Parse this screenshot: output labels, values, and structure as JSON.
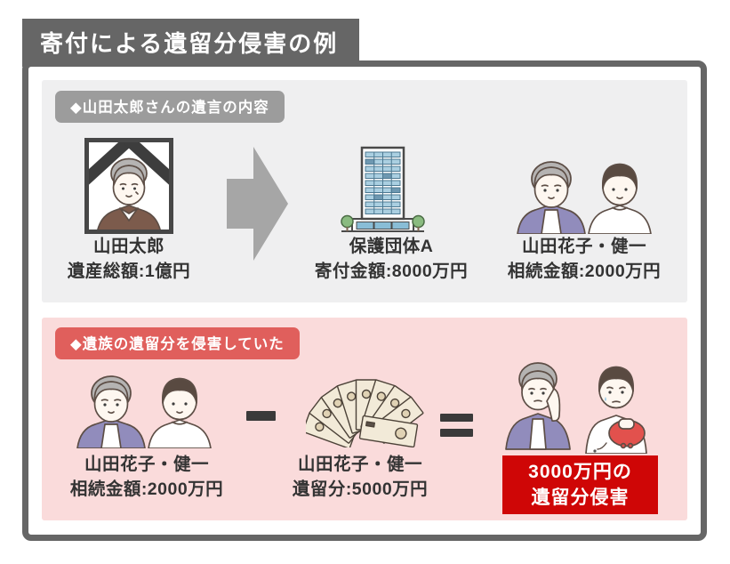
{
  "page_title": "寄付による遺留分侵害の例",
  "sections": {
    "will": {
      "badge": "◆山田太郎さんの遺言の内容",
      "deceased": {
        "name": "山田太郎",
        "detail": "遺産総額:1億円"
      },
      "charity": {
        "name": "保護団体A",
        "detail": "寄付金額:8000万円"
      },
      "heirs": {
        "name": "山田花子・健一",
        "detail": "相続金額:2000万円"
      }
    },
    "infringement": {
      "badge": "◆遺族の遺留分を侵害していた",
      "inherited": {
        "name": "山田花子・健一",
        "detail": "相続金額:2000万円"
      },
      "reserved": {
        "name": "山田花子・健一",
        "detail": "遺留分:5000万円"
      },
      "operators": {
        "minus": "−",
        "equals": "="
      },
      "result": {
        "line1": "3000万円の",
        "line2": "遺留分侵害"
      }
    }
  },
  "icons": {
    "memorial_photo": "framed memorial portrait of elderly man with black ribbon",
    "arrow_right": "large gray right-pointing arrow",
    "office_building": "high-rise office building with trees",
    "heirs_pair": "elderly woman and young man",
    "money_fan": "fan of yen banknotes",
    "worried_pair": "worried elderly woman and young man shaking an empty red purse"
  },
  "colors": {
    "frame_border": "#666666",
    "title_bg": "#666666",
    "section_gray_bg": "#efeff0",
    "section_pink_bg": "#fadbdb",
    "badge_gray_bg": "#9c9c9c",
    "badge_red_bg": "#e05f5c",
    "result_red_bg": "#cf0606",
    "text_dark": "#333333",
    "arrow_gray": "#a6a6a6"
  }
}
